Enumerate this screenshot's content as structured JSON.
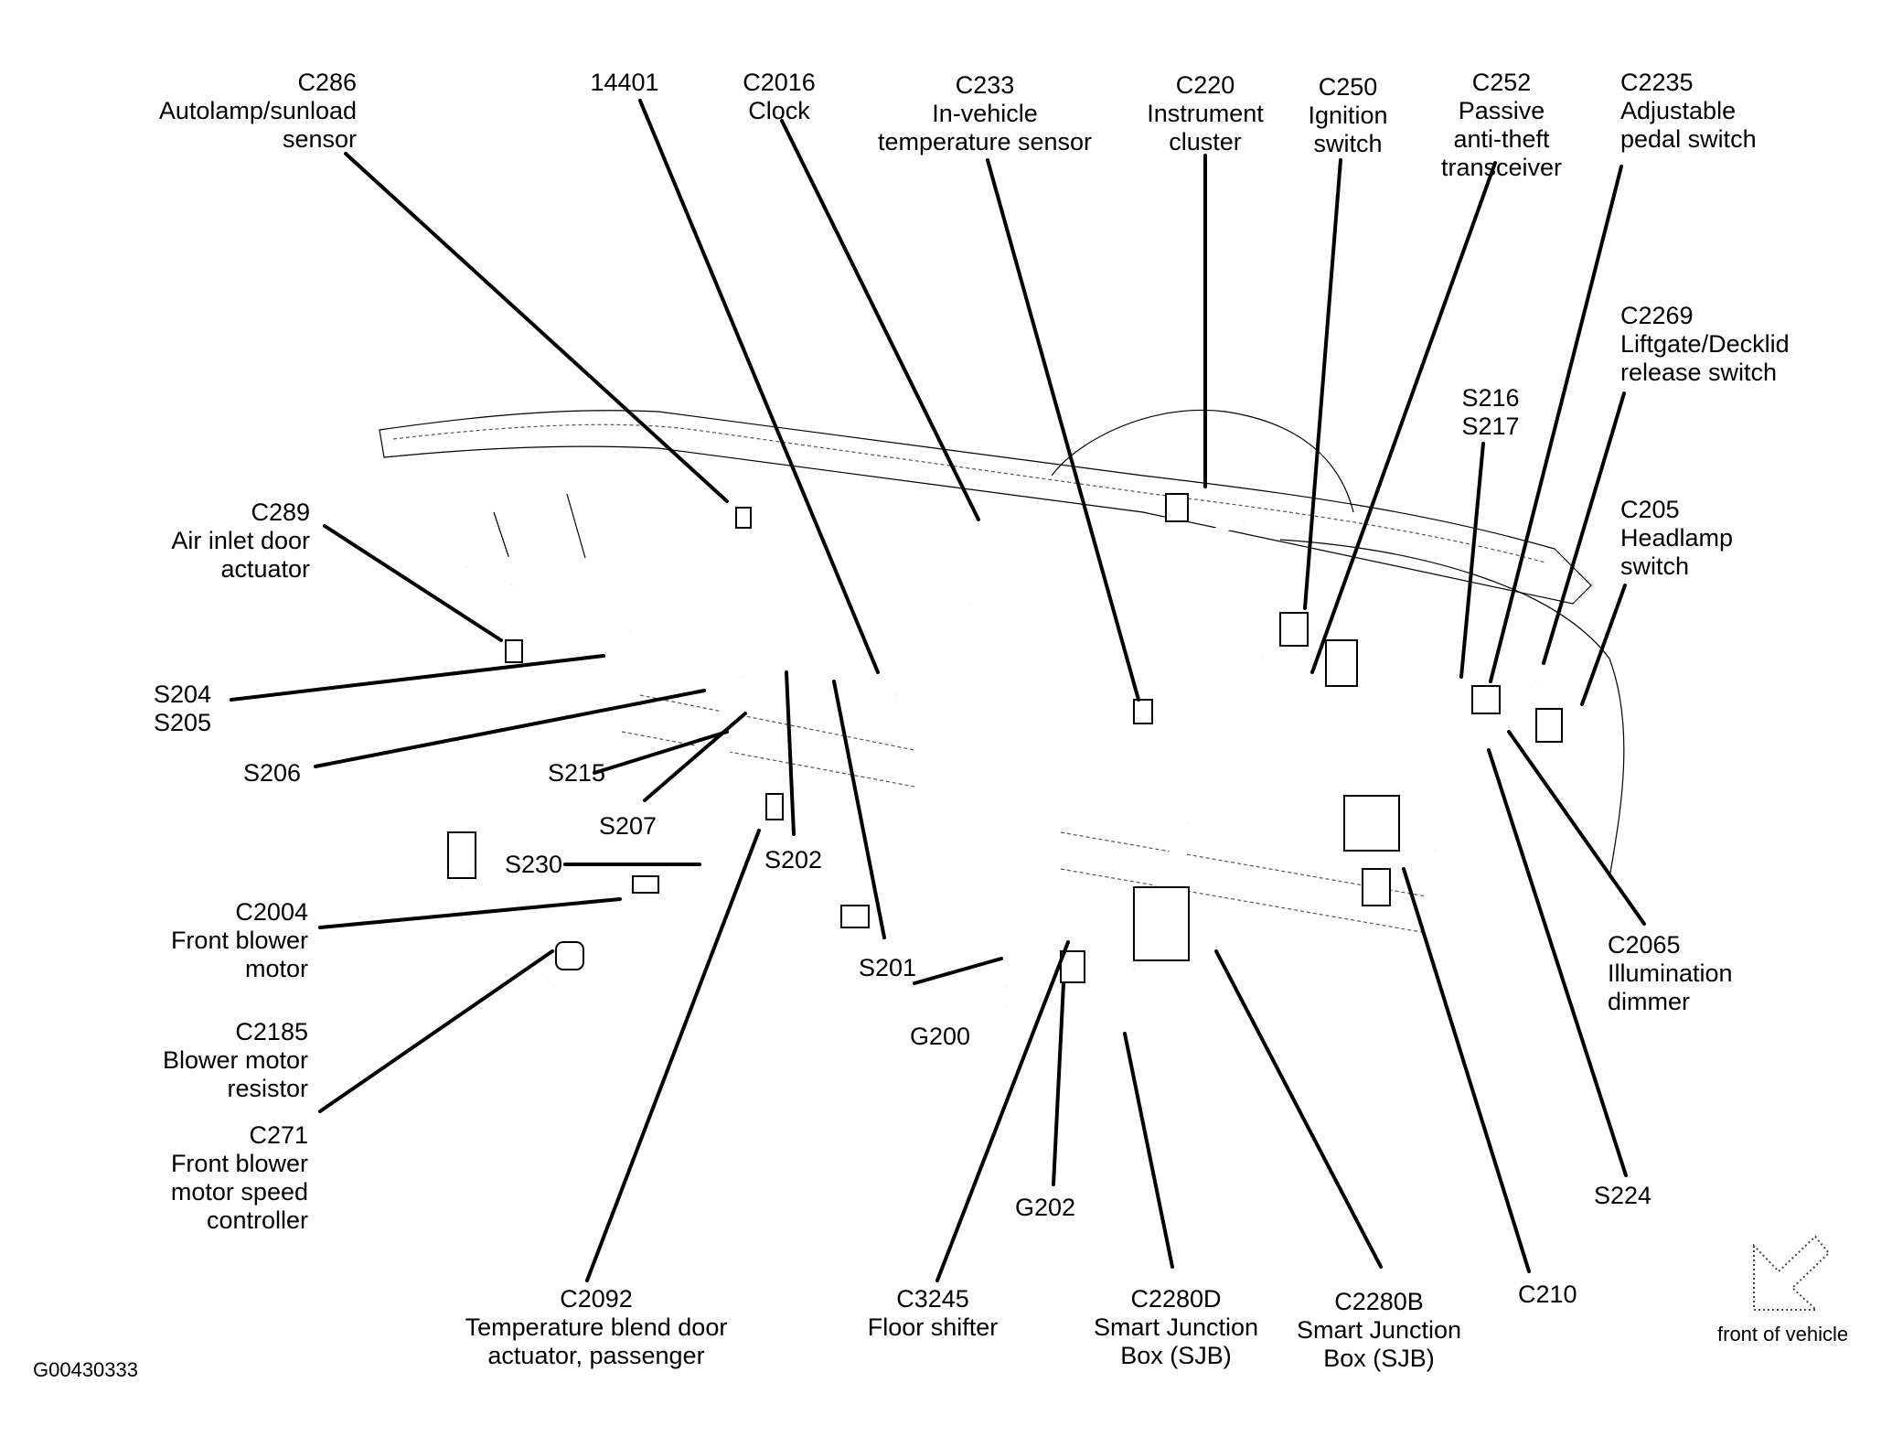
{
  "figure_id": "G00430333",
  "orientation_label": "front of vehicle",
  "labels": {
    "c286": {
      "code": "C286",
      "desc": [
        "Autolamp/sunload",
        "sensor"
      ]
    },
    "n14401": {
      "code": "14401",
      "desc": []
    },
    "c2016": {
      "code": "C2016",
      "desc": [
        "Clock"
      ]
    },
    "c233": {
      "code": "C233",
      "desc": [
        "In-vehicle",
        "temperature sensor"
      ]
    },
    "c220": {
      "code": "C220",
      "desc": [
        "Instrument",
        "cluster"
      ]
    },
    "c250": {
      "code": "C250",
      "desc": [
        "Ignition",
        "switch"
      ]
    },
    "c252": {
      "code": "C252",
      "desc": [
        "Passive",
        "anti-theft",
        "transceiver"
      ]
    },
    "c2235": {
      "code": "C2235",
      "desc": [
        "Adjustable",
        "pedal switch"
      ]
    },
    "c2269": {
      "code": "C2269",
      "desc": [
        "Liftgate/Decklid",
        "release switch"
      ]
    },
    "s216": {
      "code": "S216",
      "desc": [
        "S217"
      ]
    },
    "c205": {
      "code": "C205",
      "desc": [
        "Headlamp",
        "switch"
      ]
    },
    "c289": {
      "code": "C289",
      "desc": [
        "Air inlet door",
        "actuator"
      ]
    },
    "s204": {
      "code": "S204",
      "desc": [
        "S205"
      ]
    },
    "s206": {
      "code": "S206",
      "desc": []
    },
    "s215": {
      "code": "S215",
      "desc": []
    },
    "s207": {
      "code": "S207",
      "desc": []
    },
    "s230": {
      "code": "S230",
      "desc": []
    },
    "s202": {
      "code": "S202",
      "desc": []
    },
    "s201": {
      "code": "S201",
      "desc": []
    },
    "c2004": {
      "code": "C2004",
      "desc": [
        "Front blower",
        "motor"
      ]
    },
    "c2185": {
      "code": "C2185",
      "desc": [
        "Blower motor",
        "resistor"
      ]
    },
    "c271": {
      "code": "C271",
      "desc": [
        "Front blower",
        "motor speed",
        "controller"
      ]
    },
    "c2092": {
      "code": "C2092",
      "desc": [
        "Temperature blend door",
        "actuator, passenger"
      ]
    },
    "g200": {
      "code": "G200",
      "desc": []
    },
    "g202": {
      "code": "G202",
      "desc": []
    },
    "c3245": {
      "code": "C3245",
      "desc": [
        "Floor shifter"
      ]
    },
    "c2280d": {
      "code": "C2280D",
      "desc": [
        "Smart Junction",
        "Box (SJB)"
      ]
    },
    "c2280b": {
      "code": "C2280B",
      "desc": [
        "Smart Junction",
        "Box (SJB)"
      ]
    },
    "c210": {
      "code": "C210",
      "desc": []
    },
    "c2065": {
      "code": "C2065",
      "desc": [
        "Illumination",
        "dimmer"
      ]
    },
    "s224": {
      "code": "S224",
      "desc": []
    }
  }
}
